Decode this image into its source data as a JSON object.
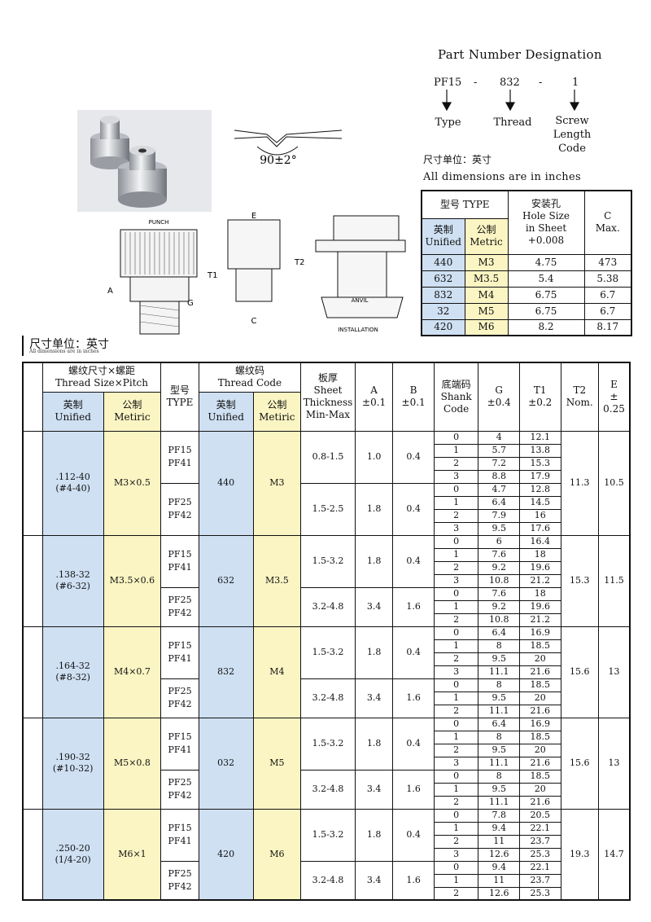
{
  "designation": {
    "title": "Part Number Designation",
    "parts": [
      "PF15",
      "-",
      "832",
      "-",
      "1"
    ],
    "labels": {
      "type": "Type",
      "thread": "Thread",
      "screw_length_code": [
        "Screw",
        "Length",
        "Code"
      ]
    },
    "unit_cn": "尺寸单位：英寸",
    "unit_en": "All dimensions are in inches"
  },
  "drawing": {
    "angle_label": "90±2°",
    "punch": "PUNCH",
    "anvil": "ANVIL",
    "installation": "INSTALLATION",
    "dims": {
      "A": "A",
      "G": "G",
      "T1": "T1",
      "E": "E",
      "T2": "T2",
      "C": "C"
    }
  },
  "small_table": {
    "type_header": "型号 TYPE",
    "unified": "英制\nUnified",
    "metric": "公制\nMetric",
    "hole_header": "安装孔\nHole Size\nin Sheet\n+0.008",
    "c_header": "C\nMax.",
    "rows": [
      [
        "440",
        "M3",
        "4.75",
        "473"
      ],
      [
        "632",
        "M3.5",
        "5.4",
        "5.38"
      ],
      [
        "832",
        "M4",
        "6.75",
        "6.7"
      ],
      [
        "32",
        "M5",
        "6.75",
        "6.7"
      ],
      [
        "420",
        "M6",
        "8.2",
        "8.17"
      ]
    ]
  },
  "section": {
    "unit_cn": "尺寸单位：英寸",
    "unit_en": "All dimensions are in inches"
  },
  "main_table": {
    "headers": {
      "thread_size": "螺纹尺寸×螺距\nThread Size×Pitch",
      "unified": "英制\nUnified",
      "metric": "公制\nMetiric",
      "type": "型号\nTYPE",
      "thread_code": "螺纹码\nThread Code",
      "thickness": "板厚\nSheet\nThickness\nMin-Max",
      "a": "A\n±0.1",
      "b": "B\n±0.1",
      "shank": "底端码\nShank\nCode",
      "g": "G\n±0.4",
      "t1": "T1\n±0.2",
      "t2": "T2\nNom.",
      "e": "E\n±\n0.25"
    },
    "groups": [
      {
        "unified": ".112-40\n(#4-40)",
        "metric": "M3×0.5",
        "code_u": "440",
        "code_m": "M3",
        "t2": "11.3",
        "e": "10.5",
        "subs": [
          {
            "types": "PF15\nPF41",
            "thickness": "0.8-1.5",
            "a": "1.0",
            "b": "0.4",
            "rows": [
              [
                "0",
                "4",
                "12.1"
              ],
              [
                "1",
                "5.7",
                "13.8"
              ],
              [
                "2",
                "7.2",
                "15.3"
              ],
              [
                "3",
                "8.8",
                "17.9"
              ]
            ]
          },
          {
            "types": "PF25\nPF42",
            "thickness": "1.5-2.5",
            "a": "1.8",
            "b": "0.4",
            "rows": [
              [
                "0",
                "4.7",
                "12.8"
              ],
              [
                "1",
                "6.4",
                "14.5"
              ],
              [
                "2",
                "7.9",
                "16"
              ],
              [
                "3",
                "9.5",
                "17.6"
              ]
            ]
          }
        ]
      },
      {
        "unified": ".138-32\n(#6-32)",
        "metric": "M3.5×0.6",
        "code_u": "632",
        "code_m": "M3.5",
        "t2": "15.3",
        "e": "11.5",
        "subs": [
          {
            "types": "PF15\nPF41",
            "thickness": "1.5-3.2",
            "a": "1.8",
            "b": "0.4",
            "rows": [
              [
                "0",
                "6",
                "16.4"
              ],
              [
                "1",
                "7.6",
                "18"
              ],
              [
                "2",
                "9.2",
                "19.6"
              ],
              [
                "3",
                "10.8",
                "21.2"
              ]
            ]
          },
          {
            "types": "PF25\nPF42",
            "thickness": "3.2-4.8",
            "a": "3.4",
            "b": "1.6",
            "rows": [
              [
                "0",
                "7.6",
                "18"
              ],
              [
                "1",
                "9.2",
                "19.6"
              ],
              [
                "2",
                "10.8",
                "21.2"
              ]
            ]
          }
        ]
      },
      {
        "unified": ".164-32\n(#8-32)",
        "metric": "M4×0.7",
        "code_u": "832",
        "code_m": "M4",
        "t2": "15.6",
        "e": "13",
        "subs": [
          {
            "types": "PF15\nPF41",
            "thickness": "1.5-3.2",
            "a": "1.8",
            "b": "0.4",
            "rows": [
              [
                "0",
                "6.4",
                "16.9"
              ],
              [
                "1",
                "8",
                "18.5"
              ],
              [
                "2",
                "9.5",
                "20"
              ],
              [
                "3",
                "11.1",
                "21.6"
              ]
            ]
          },
          {
            "types": "PF25\nPF42",
            "thickness": "3.2-4.8",
            "a": "3.4",
            "b": "1.6",
            "rows": [
              [
                "0",
                "8",
                "18.5"
              ],
              [
                "1",
                "9.5",
                "20"
              ],
              [
                "2",
                "11.1",
                "21.6"
              ]
            ]
          }
        ]
      },
      {
        "unified": ".190-32\n(#10-32)",
        "metric": "M5×0.8",
        "code_u": "032",
        "code_m": "M5",
        "t2": "15.6",
        "e": "13",
        "subs": [
          {
            "types": "PF15\nPF41",
            "thickness": "1.5-3.2",
            "a": "1.8",
            "b": "0.4",
            "rows": [
              [
                "0",
                "6.4",
                "16.9"
              ],
              [
                "1",
                "8",
                "18.5"
              ],
              [
                "2",
                "9.5",
                "20"
              ],
              [
                "3",
                "11.1",
                "21.6"
              ]
            ]
          },
          {
            "types": "PF25\nPF42",
            "thickness": "3.2-4.8",
            "a": "3.4",
            "b": "1.6",
            "rows": [
              [
                "0",
                "8",
                "18.5"
              ],
              [
                "1",
                "9.5",
                "20"
              ],
              [
                "2",
                "11.1",
                "21.6"
              ]
            ]
          }
        ]
      },
      {
        "unified": ".250-20\n(1/4-20)",
        "metric": "M6×1",
        "code_u": "420",
        "code_m": "M6",
        "t2": "19.3",
        "e": "14.7",
        "subs": [
          {
            "types": "PF15\nPF41",
            "thickness": "1.5-3.2",
            "a": "1.8",
            "b": "0.4",
            "rows": [
              [
                "0",
                "7.8",
                "20.5"
              ],
              [
                "1",
                "9.4",
                "22.1"
              ],
              [
                "2",
                "11",
                "23.7"
              ],
              [
                "3",
                "12.6",
                "25.3"
              ]
            ]
          },
          {
            "types": "PF25\nPF42",
            "thickness": "3.2-4.8",
            "a": "3.4",
            "b": "1.6",
            "rows": [
              [
                "0",
                "9.4",
                "22.1"
              ],
              [
                "1",
                "11",
                "23.7"
              ],
              [
                "2",
                "12.6",
                "25.3"
              ]
            ]
          }
        ]
      }
    ]
  }
}
